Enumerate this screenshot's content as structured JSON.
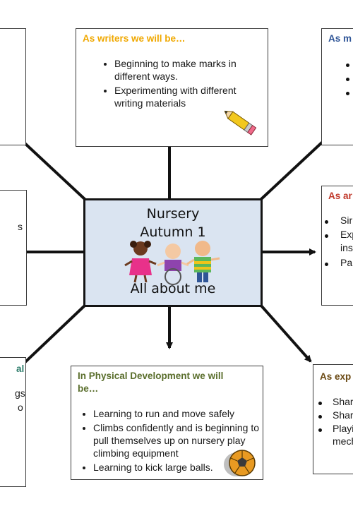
{
  "center": {
    "line1": "Nursery",
    "line2": "Autumn 1",
    "line3": "All about me"
  },
  "boxes": {
    "writers": {
      "title": "As writers we will be…",
      "title_color": "#f0a800",
      "items": [
        "Beginning to make marks in different ways.",
        "Experimenting with different writing materials"
      ]
    },
    "top_right": {
      "title": "As m",
      "title_color": "#2f5597"
    },
    "mid_right": {
      "title": "As ar",
      "title_color": "#c0392b",
      "items": [
        "Sir",
        "Exp",
        "ins",
        "Pa"
      ]
    },
    "mid_left": {
      "fragments": [
        "s"
      ]
    },
    "bottom_left": {
      "title": "al",
      "title_color": "#2e7d6b",
      "fragments": [
        "gs",
        "o"
      ]
    },
    "physical": {
      "title_line1": "In Physical Development we will",
      "title_line2": "be…",
      "title_color": "#5a6e2c",
      "items": [
        "Learning to run and move safely",
        "Climbs confidently and is beginning to pull themselves up on nursery play climbing equipment",
        "Learning to kick large balls."
      ]
    },
    "bottom_right": {
      "title": "As exp",
      "title_color": "#6b4a14",
      "items": [
        "Shar",
        "Shar",
        "Playi",
        "mech"
      ]
    }
  },
  "colors": {
    "center_fill": "#dae4f1",
    "arrow": "#111111"
  },
  "icons": [
    "pencil-icon",
    "football-icon",
    "children-icon"
  ]
}
